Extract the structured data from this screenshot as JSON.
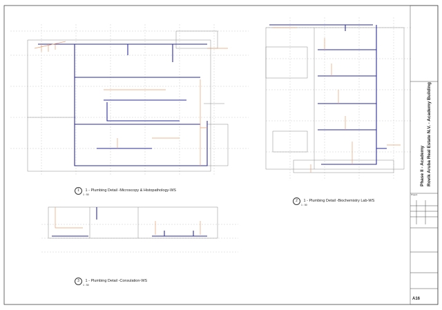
{
  "views": [
    {
      "number": "1",
      "title": "1 - Plumbing  Detail -Microscopy & Histopathology-WS",
      "scale": "1 : 50"
    },
    {
      "number": "2",
      "title": "1 - Plumbing  Detail -Biochemistry Lab-WS",
      "scale": "1 : 50"
    },
    {
      "number": "3",
      "title": "1 - Plumbing  Detail -Consulation-WS",
      "scale": "1 : 50"
    }
  ],
  "title_block": {
    "project_label": "Project",
    "project_line1": "Phase II - Academy",
    "project_line2": "Rovik Aruba Real Estate N.V. - Academy Building",
    "sheet_number": "A16"
  },
  "colors": {
    "pipe_main": "#2a2a9a",
    "pipe_branch": "#e8a070",
    "line": "#888888",
    "grid": "#cccccc"
  }
}
